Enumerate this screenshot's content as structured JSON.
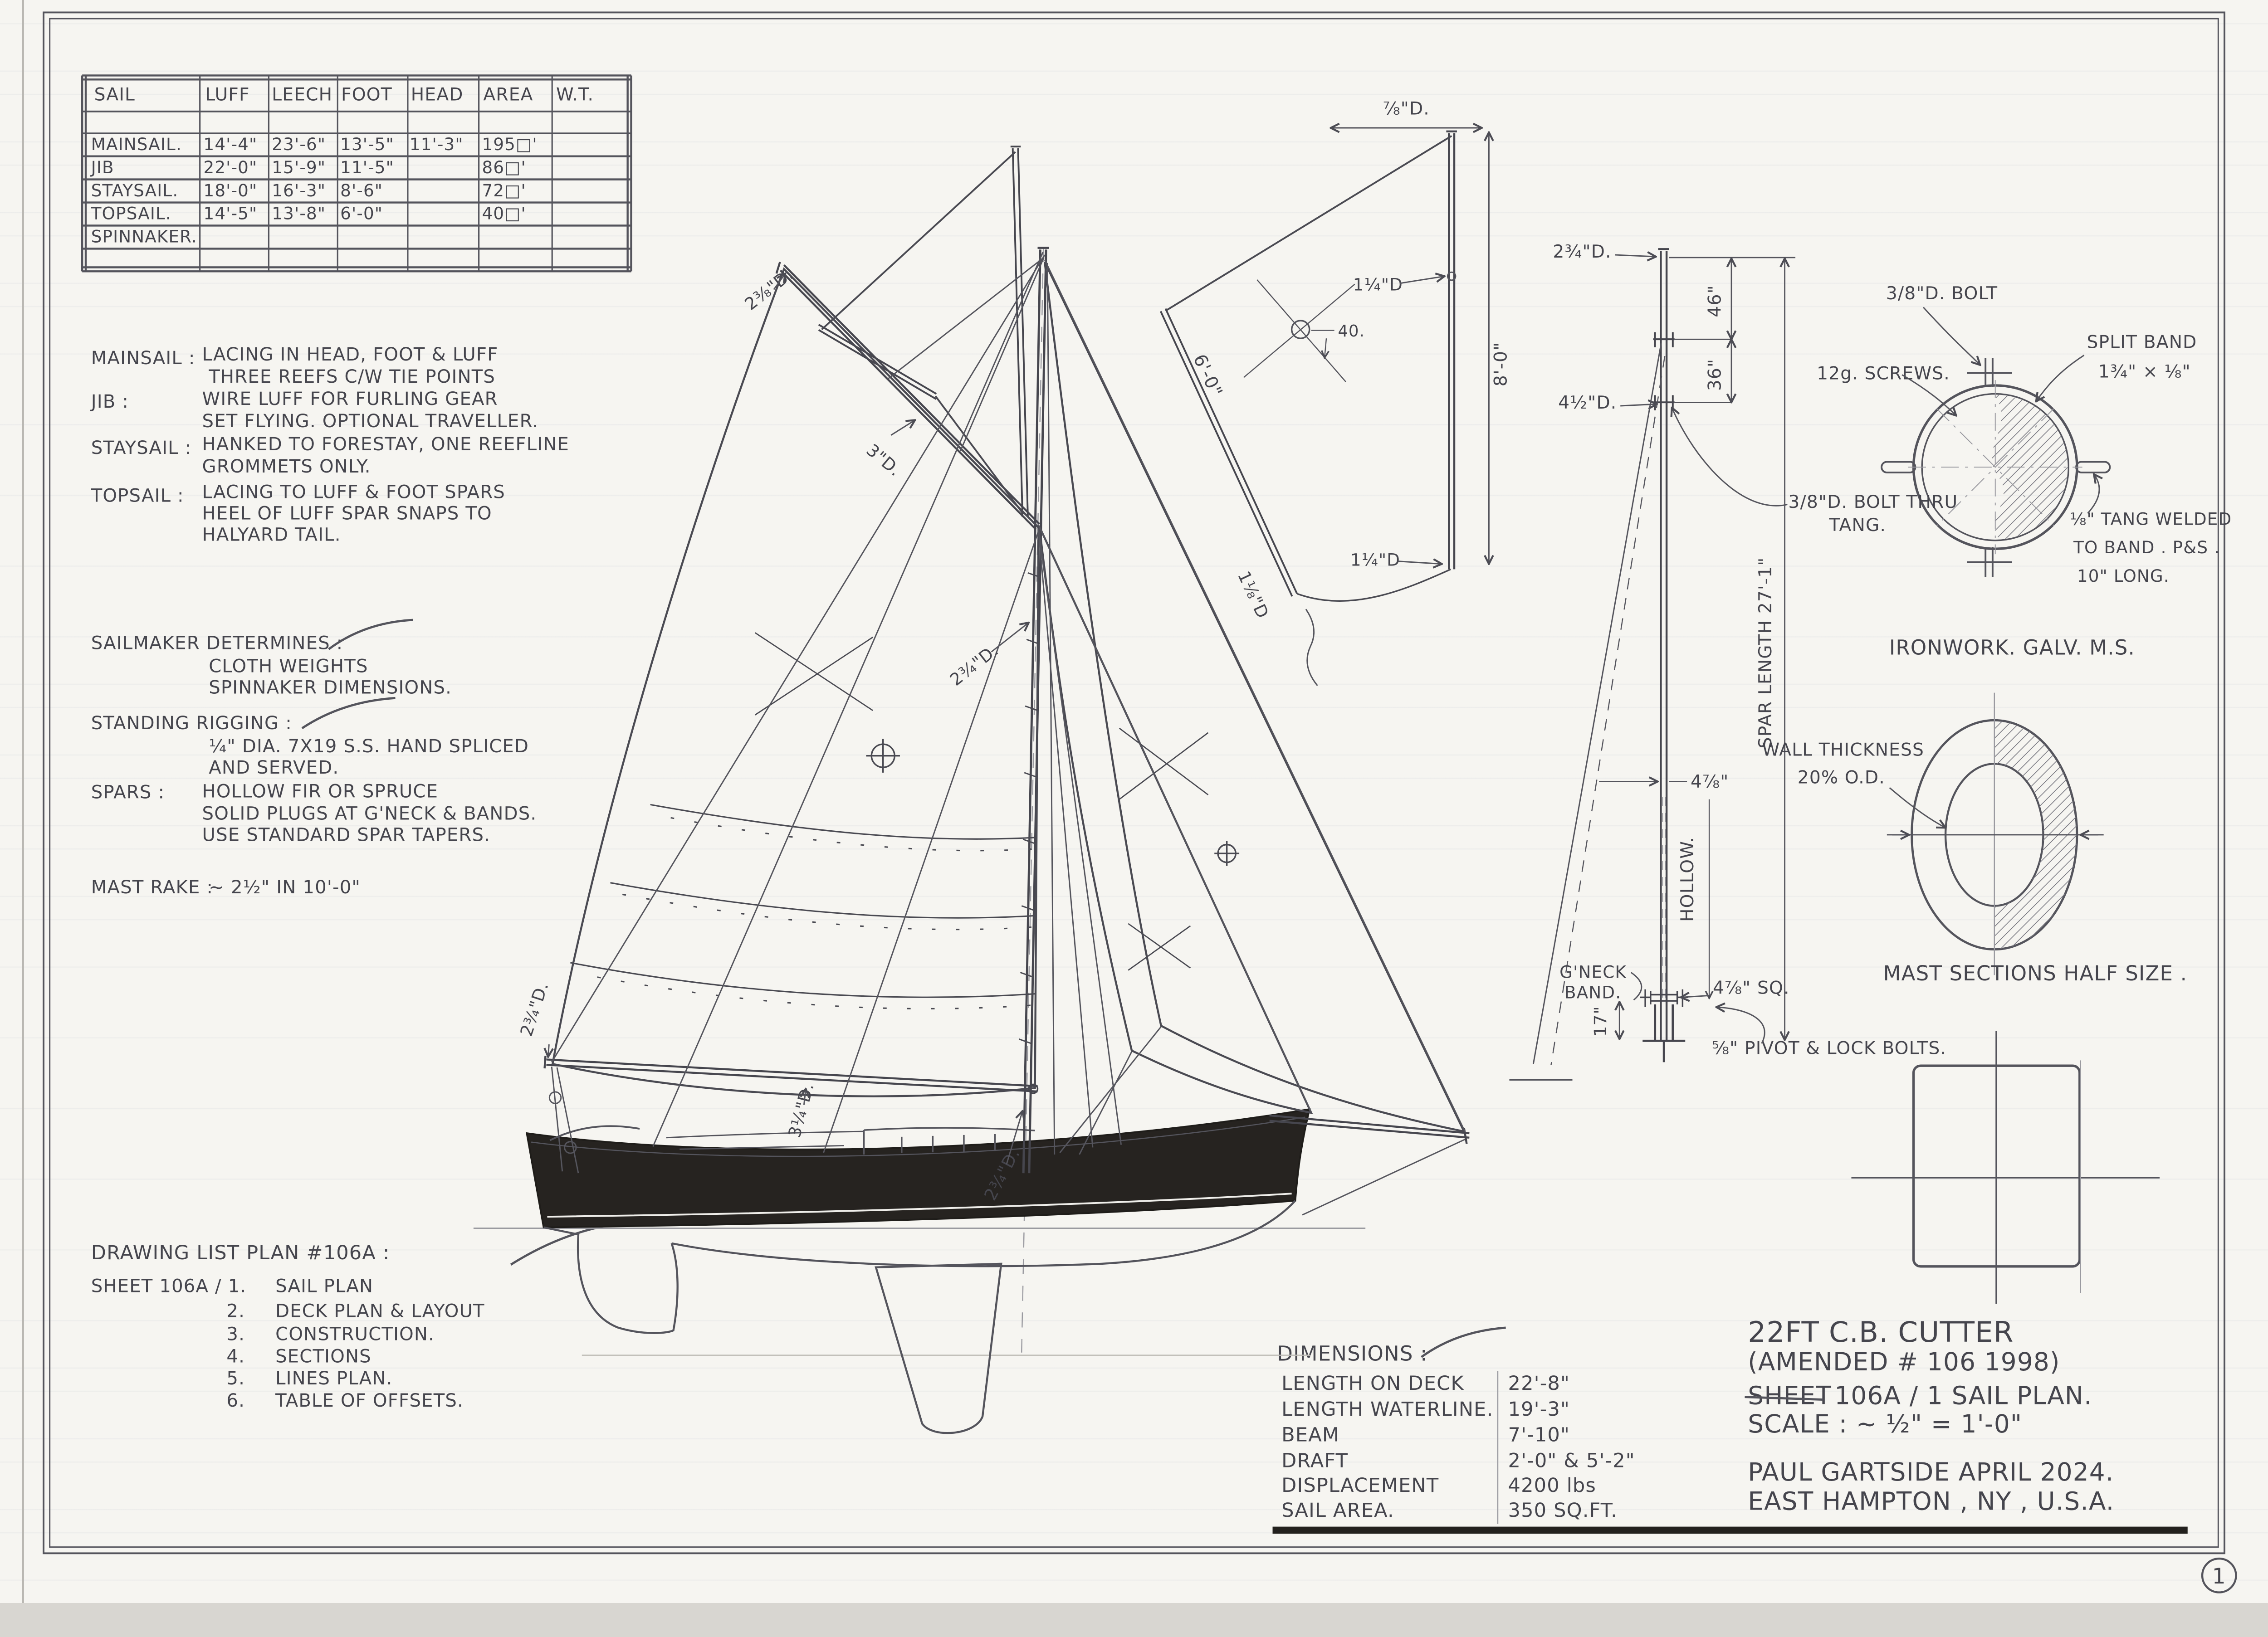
{
  "page": {
    "number": "1"
  },
  "sail_table": {
    "headers": [
      "SAIL",
      "LUFF",
      "LEECH",
      "FOOT",
      "HEAD",
      "AREA",
      "W.T."
    ],
    "rows": [
      {
        "name": "MAINSAIL.",
        "luff": "14'-4\"",
        "leech": "23'-6\"",
        "foot": "13'-5\"",
        "head": "11'-3\"",
        "area": "195□'"
      },
      {
        "name": "JIB",
        "luff": "22'-0\"",
        "leech": "15'-9\"",
        "foot": "11'-5\"",
        "head": "",
        "area": "86□'"
      },
      {
        "name": "STAYSAIL.",
        "luff": "18'-0\"",
        "leech": "16'-3\"",
        "foot": "8'-6\"",
        "head": "",
        "area": "72□'"
      },
      {
        "name": "TOPSAIL.",
        "luff": "14'-5\"",
        "leech": "13'-8\"",
        "foot": "6'-0\"",
        "head": "",
        "area": "40□'"
      },
      {
        "name": "SPINNAKER.",
        "luff": "",
        "leech": "",
        "foot": "",
        "head": "",
        "area": ""
      }
    ]
  },
  "notes": [
    {
      "label": "MAINSAIL :",
      "l1": "LACING IN HEAD, FOOT & LUFF",
      "l2": "THREE REEFS C/W TIE POINTS",
      "l3": ""
    },
    {
      "label": "JIB :",
      "l1": "WIRE LUFF FOR FURLING GEAR",
      "l2": "SET FLYING. OPTIONAL TRAVELLER.",
      "l3": ""
    },
    {
      "label": "STAYSAIL :",
      "l1": "HANKED TO FORESTAY, ONE REEFLINE",
      "l2": "GROMMETS ONLY.",
      "l3": ""
    },
    {
      "label": "TOPSAIL :",
      "l1": "LACING TO LUFF & FOOT SPARS",
      "l2": "HEEL OF LUFF SPAR SNAPS TO",
      "l3": "HALYARD TAIL."
    },
    {
      "label": "SAILMAKER DETERMINES :",
      "l1": "CLOTH WEIGHTS",
      "l2": "SPINNAKER DIMENSIONS.",
      "l3": ""
    },
    {
      "label": "STANDING RIGGING :",
      "l1": "¼\" DIA. 7X19 S.S. HAND SPLICED",
      "l2": "AND SERVED.",
      "l3": ""
    },
    {
      "label": "SPARS :",
      "l1": "HOLLOW FIR OR SPRUCE",
      "l2": "SOLID PLUGS AT G'NECK & BANDS.",
      "l3": "USE STANDARD SPAR TAPERS."
    },
    {
      "label": "MAST RAKE :",
      "l1": "~  2½\" IN 10'-0\"",
      "l2": "",
      "l3": ""
    }
  ],
  "drawing_list": {
    "title": "DRAWING LIST PLAN #106A :",
    "rows": [
      {
        "num": "SHEET 106A / 1.",
        "title": "SAIL PLAN"
      },
      {
        "num": "2.",
        "title": "DECK PLAN & LAYOUT"
      },
      {
        "num": "3.",
        "title": "CONSTRUCTION."
      },
      {
        "num": "4.",
        "title": "SECTIONS"
      },
      {
        "num": "5.",
        "title": "LINES PLAN."
      },
      {
        "num": "6.",
        "title": "TABLE OF OFFSETS."
      }
    ]
  },
  "dimensions": {
    "title": "DIMENSIONS :",
    "rows": [
      {
        "label": "LENGTH ON DECK",
        "value": "22'-8\""
      },
      {
        "label": "LENGTH WATERLINE.",
        "value": "19'-3\""
      },
      {
        "label": "BEAM",
        "value": "7'-10\""
      },
      {
        "label": "DRAFT",
        "value": "2'-0\" & 5'-2\""
      },
      {
        "label": "DISPLACEMENT",
        "value": "4200 lbs"
      },
      {
        "label": "SAIL AREA.",
        "value": "350 SQ.FT."
      }
    ]
  },
  "title_block": {
    "boat": "22FT C.B. CUTTER",
    "amended": "(AMENDED # 106 1998)",
    "sheet_word": "SHEET",
    "sheet_rest": "106A / 1   SAIL PLAN.",
    "scale": "SCALE : ~   ½\" = 1'-0\"",
    "author": "PAUL GARTSIDE   APRIL 2024.",
    "place": "EAST HAMPTON , NY , U.S.A."
  },
  "topsail_detail": {
    "head_dia": "⅞\"D.",
    "luff_len": "8'-0\"",
    "mid_dia": "1¼\"D",
    "heel_dia": "1¼\"D",
    "spar_len": "6'-0\"",
    "spar_dia": "1⅛\"D",
    "mark": "40."
  },
  "plan_labels": {
    "gaff_peak": "2⅜\"D.",
    "gaff_mid": "3\"D.",
    "hounds": "2¾\"D.",
    "boom_mid": "3¼\"D.",
    "boom_fwd": "2¾\"D.",
    "boom_aft": "2¾\"D."
  },
  "mast_detail": {
    "head_dia": "2¾\"D.",
    "dim_a": "46\"",
    "dim_b": "36\"",
    "hounds_dia": "4½\"D.",
    "partners_dim": "4⅞\"",
    "hollow": "HOLLOW.",
    "spar_length": "SPAR LENGTH 27'-1\"",
    "gneck1": "G'NECK",
    "gneck2": "BAND.",
    "heel_h": "17\"",
    "heel_sq": "4⅞\" SQ.",
    "pivot": "⅝\" PIVOT & LOCK BOLTS."
  },
  "ironwork": {
    "bolt": "3/8\"D. BOLT",
    "screws": "12g. SCREWS.",
    "band1": "SPLIT BAND",
    "band2": "1¾\" × ⅛\"",
    "thru1": "3/8\"D. BOLT THRU",
    "thru2": "TANG.",
    "tang1": "⅛\" TANG WELDED",
    "tang2": "TO BAND . P&S .",
    "tang3": "10\" LONG.",
    "caption": "IRONWORK.  GALV. M.S."
  },
  "section_detail": {
    "wall1": "WALL THICKNESS",
    "wall2": "20% O.D.",
    "caption": "MAST SECTIONS HALF SIZE ."
  }
}
